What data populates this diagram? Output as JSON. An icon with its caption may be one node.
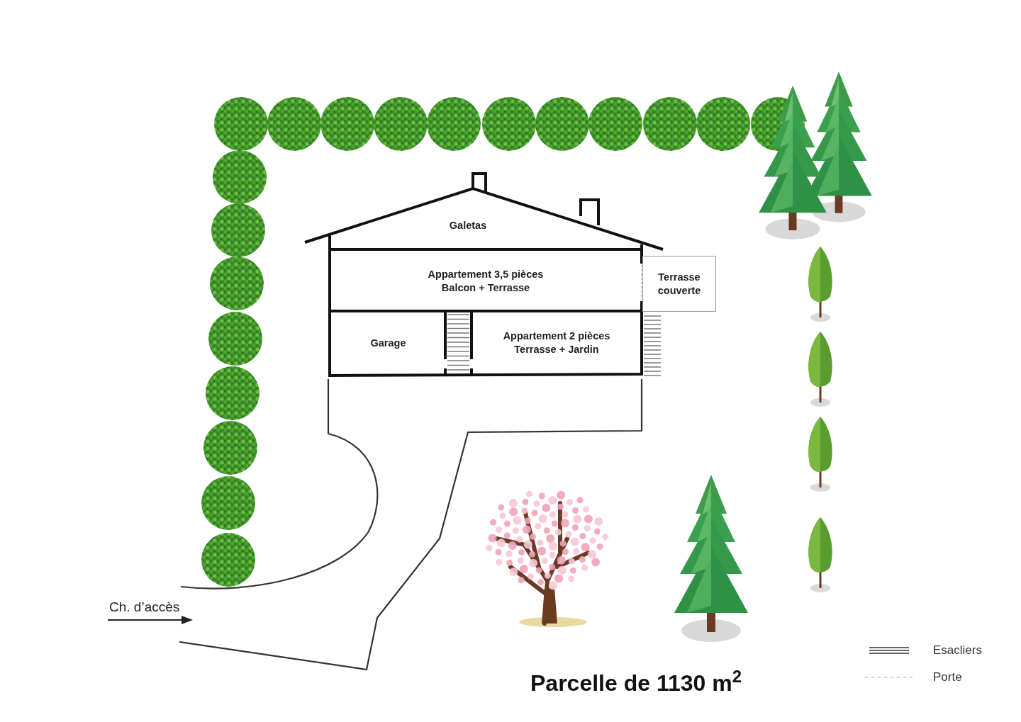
{
  "diagram": {
    "title": "Parcelle de 1130 m$^{2}$",
    "nodes": [
      {
        "text": [
          "Galetas"
        ]
      },
      {
        "text": [
          "Appartement 3,5 pièces",
          "Balcon + Terrasse"
        ]
      },
      {
        "text": [
          "Garage"
        ]
      },
      {
        "text": [
          "Appartement 2 pièces",
          "Terrasse + Jardin"
        ]
      },
      {
        "text": [
          "Terrasse couverte"
        ]
      }
    ],
    "labels": [
      "Ch. d’accès"
    ],
    "legend": [
      {
        "text": "Esacliers"
      },
      {
        "text": "Porte"
      }
    ]
  }
}
